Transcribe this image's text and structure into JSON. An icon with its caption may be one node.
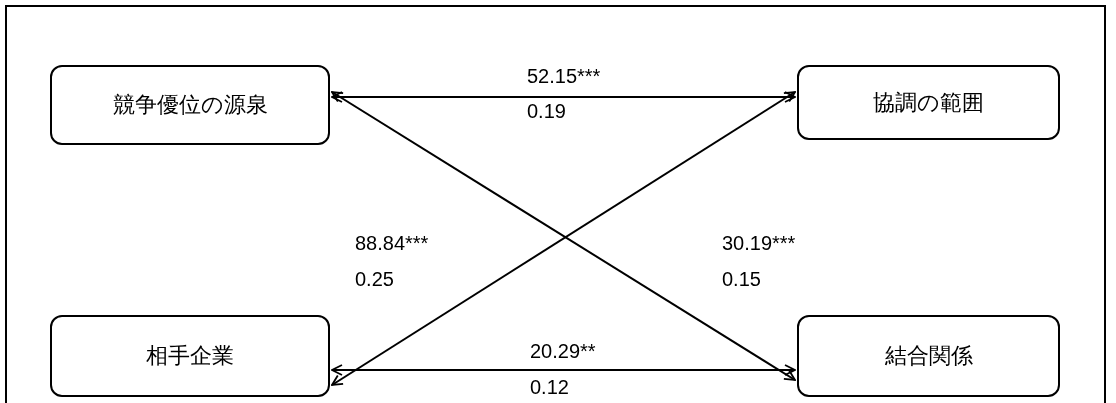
{
  "diagram": {
    "nodes": [
      {
        "text": [
          "競争優位の源泉"
        ]
      },
      {
        "text": [
          "協調の範囲"
        ]
      },
      {
        "text": [
          "相手企業"
        ]
      },
      {
        "text": [
          "結合関係"
        ]
      }
    ],
    "edges": [
      {
        "from": 0,
        "to": 1,
        "arrow": "both"
      },
      {
        "from": 2,
        "to": 1,
        "arrow": "both"
      },
      {
        "from": 0,
        "to": 3,
        "arrow": "both"
      },
      {
        "from": 2,
        "to": 3,
        "arrow": "both"
      }
    ],
    "labels": [
      "52.15***",
      "0.19",
      "88.84***",
      "0.25",
      "30.19***",
      "0.15",
      "20.29**",
      "0.12"
    ]
  }
}
